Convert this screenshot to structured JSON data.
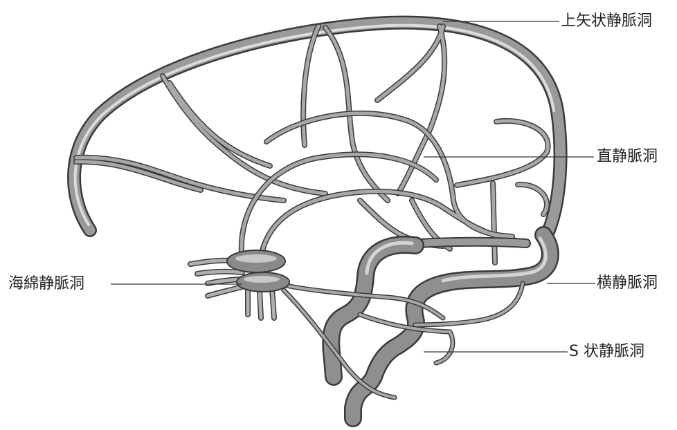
{
  "figure": {
    "labels": {
      "superior_sagittal_sinus": "上矢状静脈洞",
      "straight_sinus": "直静脈洞",
      "cavernous_sinus": "海綿静脈洞",
      "transverse_sinus": "横静脈洞",
      "sigmoid_sinus": "S 状静脈洞"
    },
    "colors": {
      "vessel_outline": "#3a3a3a",
      "vessel_fill": "#9a9a9a",
      "vessel_highlight": "#dcdcdc",
      "leader_line": "#333333",
      "label_text": "#222222"
    }
  }
}
